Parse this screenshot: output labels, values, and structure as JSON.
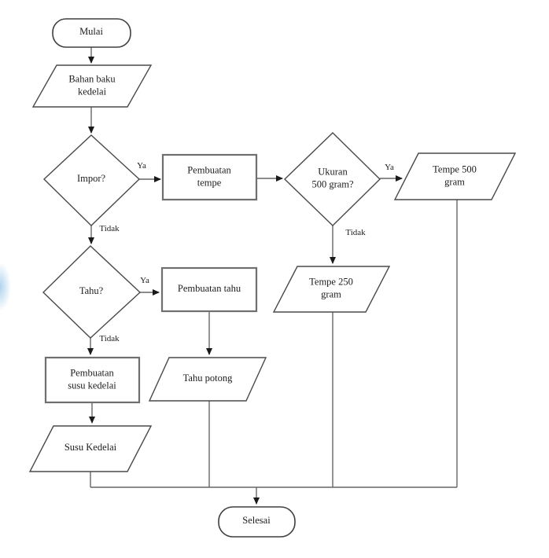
{
  "diagram": {
    "type": "flowchart",
    "language": "Indonesian",
    "nodes": {
      "start": "Mulai",
      "bahan_baku": "Bahan baku\nkedelai",
      "impor": "Impor?",
      "pembuatan_tempe": "Pembuatan\ntempe",
      "ukuran": "Ukuran\n500 gram?",
      "tempe_500": "Tempe 500\ngram",
      "tempe_250": "Tempe 250\ngram",
      "tahu": "Tahu?",
      "pembuatan_tahu": "Pembuatan tahu",
      "tahu_potong": "Tahu potong",
      "pembuatan_susu": "Pembuatan\nsusu kedelai",
      "susu_kedelai": "Susu Kedelai",
      "end": "Selesai"
    },
    "edge_labels": {
      "impor_ya": "Ya",
      "impor_tidak": "Tidak",
      "ukuran_ya": "Ya",
      "ukuran_tidak": "Tidak",
      "tahu_ya": "Ya",
      "tahu_tidak": "Tidak"
    },
    "colors": {
      "background": "#ffffff",
      "connector_line": "#666666",
      "shape_border": "#4a4a4a",
      "process_border": "#6f6f6f",
      "arrowhead": "#1a1a1a",
      "text": "#1c1c1c",
      "left_edge_artifact": "#6eafdc"
    }
  }
}
